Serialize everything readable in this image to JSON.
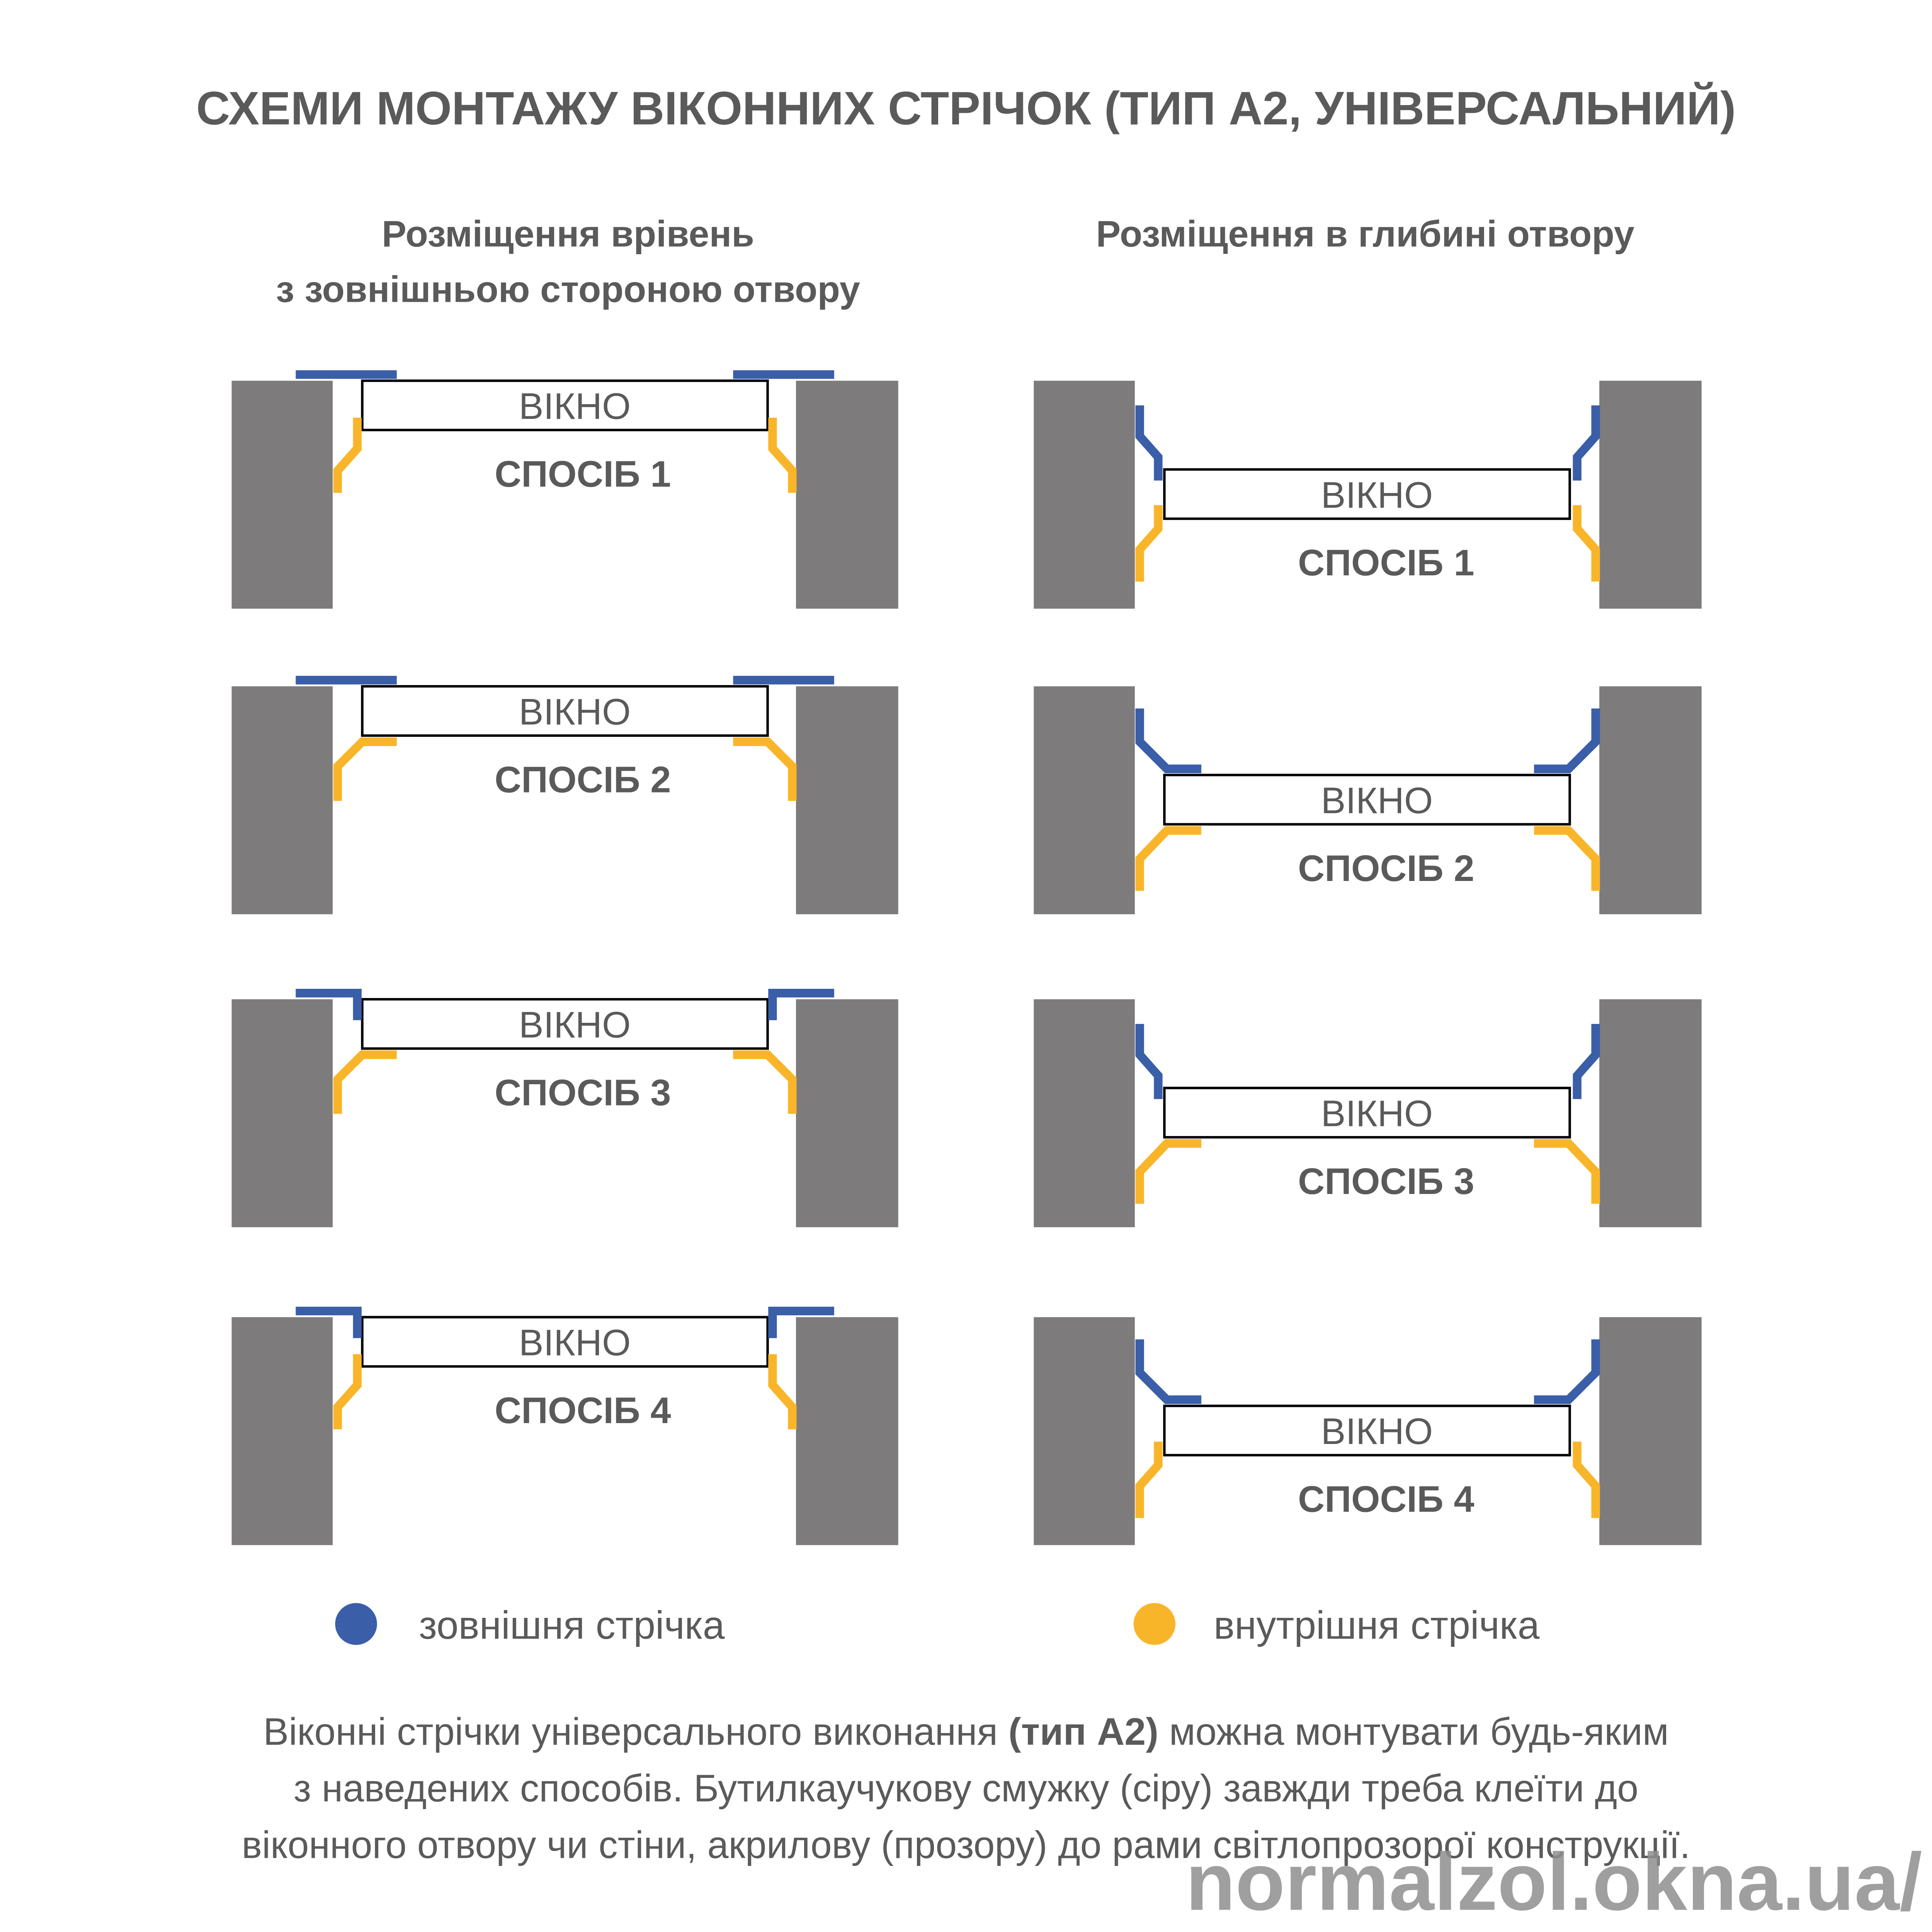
{
  "title": "СХЕМИ МОНТАЖУ ВІКОННИХ СТРІЧОК (ТИП А2, УНІВЕРСАЛЬНИЙ)",
  "columns": [
    {
      "heading_lines": [
        "Розміщення врівень",
        "з зовнішньою стороною отвору"
      ],
      "methods": [
        {
          "window_label": "ВІКНО",
          "label": "СПОСІБ 1"
        },
        {
          "window_label": "ВІКНО",
          "label": "СПОСІБ 2"
        },
        {
          "window_label": "ВІКНО",
          "label": "СПОСІБ 3"
        },
        {
          "window_label": "ВІКНО",
          "label": "СПОСІБ 4"
        }
      ]
    },
    {
      "heading_lines": [
        "Розміщення в глибині отвору"
      ],
      "methods": [
        {
          "window_label": "ВІКНО",
          "label": "СПОСІБ 1"
        },
        {
          "window_label": "ВІКНО",
          "label": "СПОСІБ 2"
        },
        {
          "window_label": "ВІКНО",
          "label": "СПОСІБ 3"
        },
        {
          "window_label": "ВІКНО",
          "label": "СПОСІБ 4"
        }
      ]
    }
  ],
  "legend": {
    "outer": {
      "label": "зовнішня стрічка",
      "color": "#3a5ea8"
    },
    "inner": {
      "label": "внутрішня стрічка",
      "color": "#f9b52a"
    }
  },
  "colors": {
    "wall": "#7d7b7b",
    "text": "#5a5a5a"
  },
  "description": {
    "line1_pre": "Віконні стрічки універсального виконання ",
    "line1_bold": "(тип А2)",
    "line1_post": " можна монтувати будь-яким",
    "line2": "з наведених способів. Бутилкаучукову смужку (сіру) завжди треба клеїти до",
    "line3": "віконного отвору чи стіни, акрилову (прозору) до рами світлопрозорої конструкції."
  },
  "watermark": "normalzol.okna.ua/"
}
